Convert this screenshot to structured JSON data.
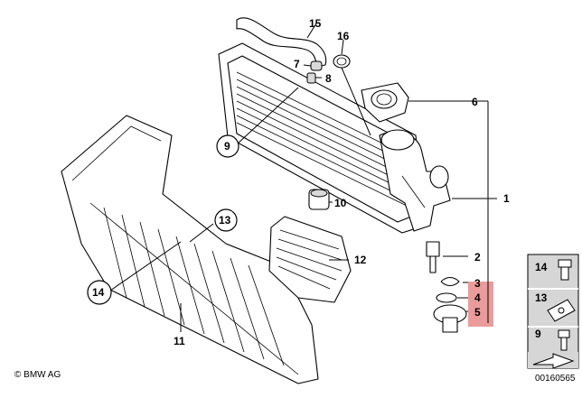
{
  "callouts": {
    "c15": "15",
    "c16": "16",
    "c7": "7",
    "c8": "8",
    "c6": "6",
    "c9": "9",
    "c1": "1",
    "c10": "10",
    "c13": "13",
    "c12": "12",
    "c2": "2",
    "c3": "3",
    "c4": "4",
    "c5": "5",
    "c14": "14",
    "c11": "11"
  },
  "side_panel": {
    "item14": "14",
    "item13": "13",
    "item9": "9"
  },
  "footer": {
    "brand": "© BMW AG",
    "doc_id": "00160565"
  },
  "colors": {
    "highlight": "#e88a8a",
    "panel_fill": "#d6d6d6"
  }
}
